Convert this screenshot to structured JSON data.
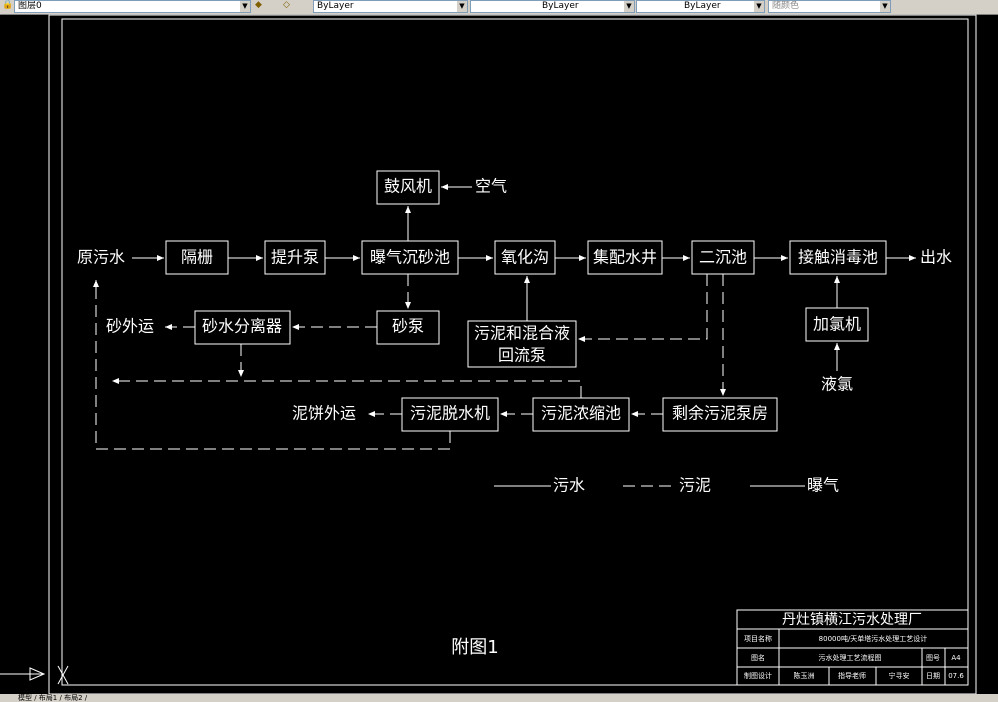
{
  "toolbar": {
    "layer": "图层0",
    "color": "ByLayer",
    "linetype": "ByLayer",
    "lineweight": "ByLayer",
    "plotstyle": "随颜色"
  },
  "diagram": {
    "nodes": {
      "raw": "原污水",
      "screen": "隔栅",
      "pump": "提升泵",
      "grit": "曝气沉砂池",
      "ditch": "氧化沟",
      "well": "集配水井",
      "clarifier": "二沉池",
      "contact": "接触消毒池",
      "out": "出水",
      "blower": "鼓风机",
      "air": "空气",
      "sandpump": "砂泵",
      "separator": "砂水分离器",
      "sandout": "砂外运",
      "return1": "污泥和混合液",
      "return2": "回流泵",
      "chlor": "加氯机",
      "liqcl": "液氯",
      "excess": "剩余污泥泵房",
      "thick": "污泥浓缩池",
      "dewater": "污泥脱水机",
      "cake": "泥饼外运"
    },
    "legend": {
      "sewage": "污水",
      "sludge": "污泥",
      "aeration": "曝气"
    },
    "figure_label": "附图1"
  },
  "titleblock": {
    "company": "丹灶镇横江污水处理厂",
    "project_label": "项目名称",
    "project": "80000吨/天单塔污水处理工艺设计",
    "drawing_label": "图名",
    "drawing": "污水处理工艺流程图",
    "no_label": "图号",
    "no": "A4",
    "designer_label": "制图设计",
    "designer": "陈玉洲",
    "advisor_label": "指导老师",
    "advisor": "宁寻安",
    "date_label": "日期",
    "date": "07.6"
  },
  "layout_tabs": "模型 / 布局1 / 布局2 /"
}
